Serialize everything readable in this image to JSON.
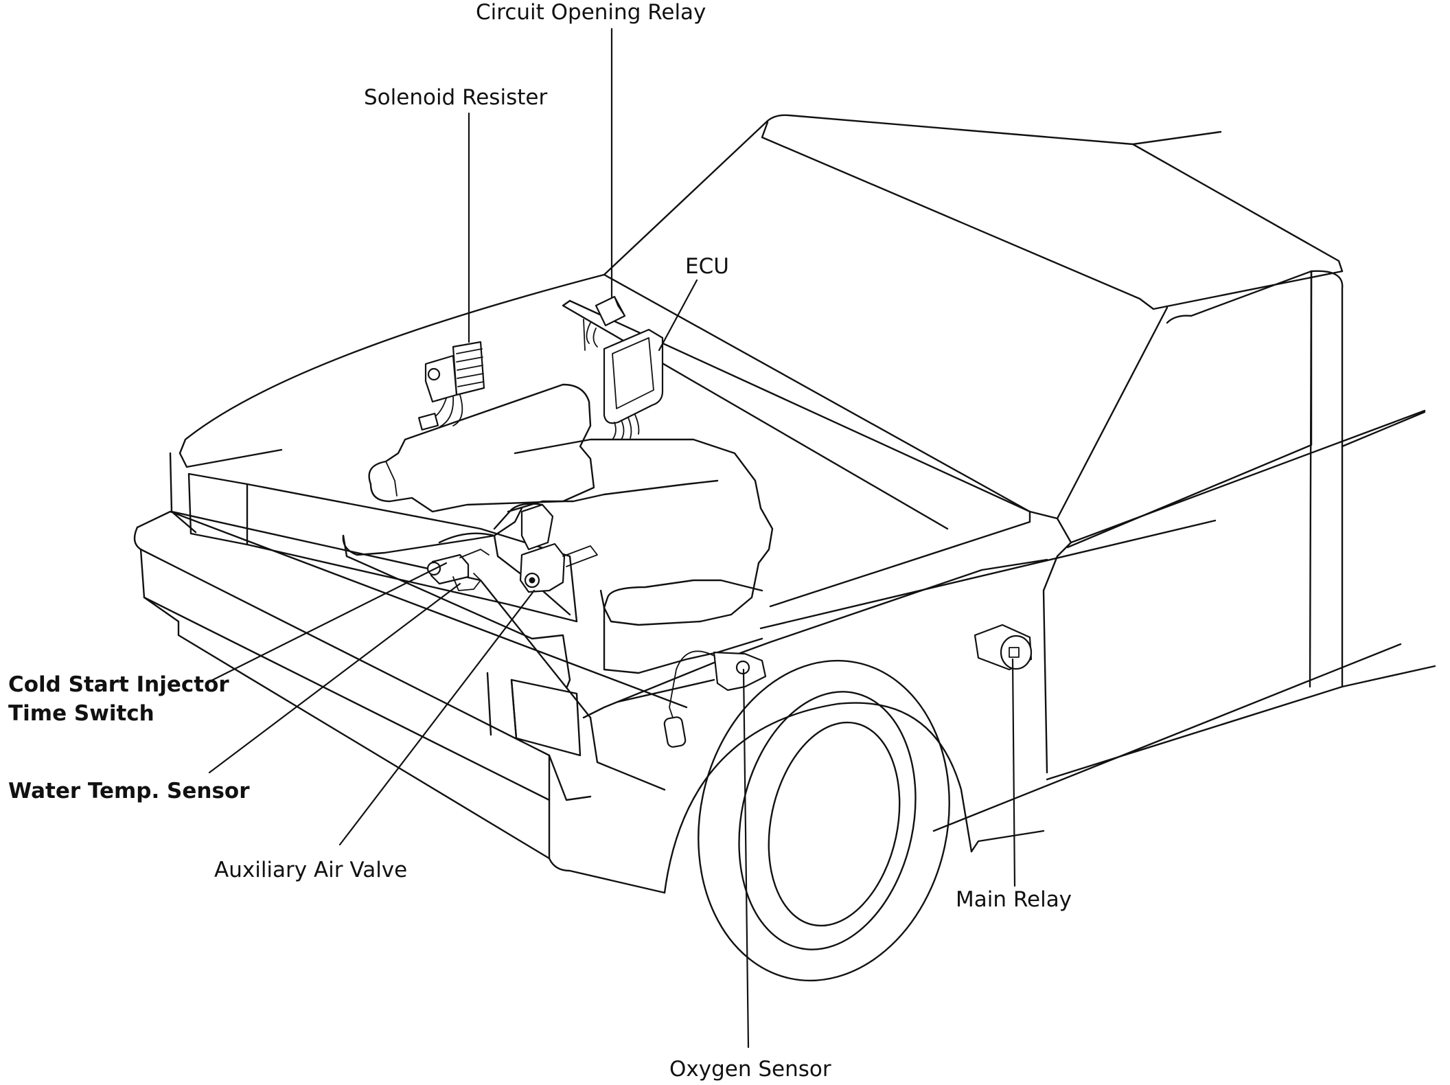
{
  "labels": {
    "circuit_opening_relay": "Circuit Opening Relay",
    "solenoid_resister": "Solenoid Resister",
    "ecu": "ECU",
    "cold_start_injector_line1": "Cold Start Injector",
    "cold_start_injector_line2": "Time Switch",
    "water_temp_sensor": "Water Temp. Sensor",
    "auxiliary_air_valve": "Auxiliary Air Valve",
    "main_relay": "Main Relay",
    "oxygen_sensor": "Oxygen Sensor"
  },
  "colors": {
    "ink": "#111111",
    "paper": "#ffffff"
  }
}
